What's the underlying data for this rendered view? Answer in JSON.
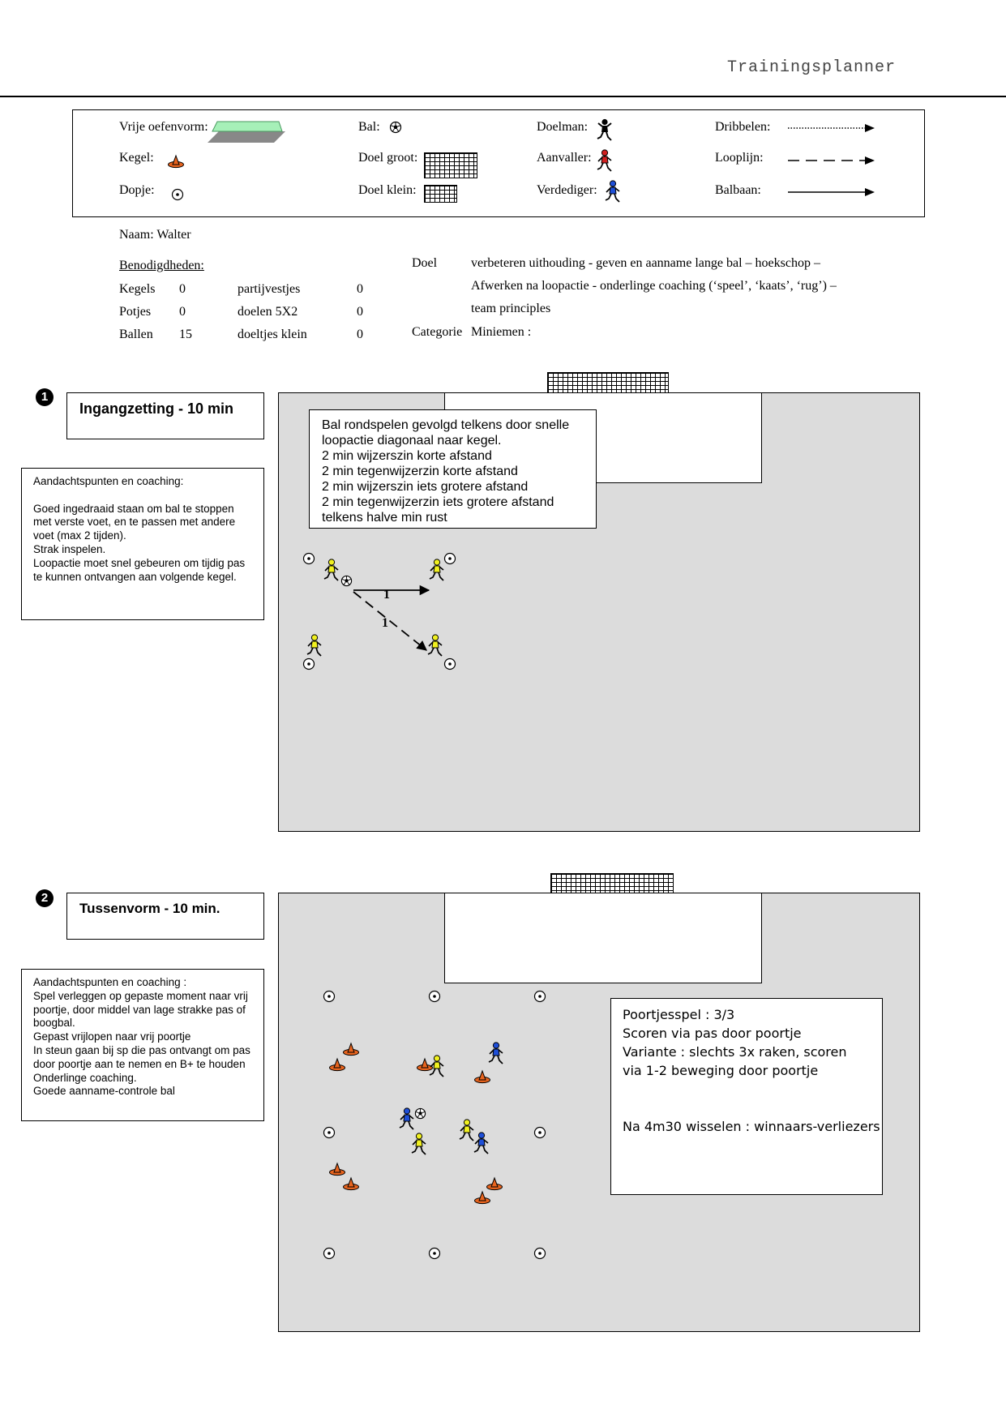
{
  "header": {
    "title": "Trainingsplanner"
  },
  "legend": {
    "vrije_oefenvorm": "Vrije oefenvorm:",
    "kegel": "Kegel:",
    "dopje": "Dopje:",
    "bal": "Bal:",
    "doel_groot": "Doel groot:",
    "doel_klein": "Doel klein:",
    "doelman": "Doelman:",
    "aanvaller": "Aanvaller:",
    "verdediger": "Verdediger:",
    "dribbelen": "Dribbelen:",
    "looplijn": "Looplijn:",
    "balbaan": "Balbaan:"
  },
  "info": {
    "naam": "Naam: Walter",
    "benodigdheden": "Benodigdheden:",
    "items": [
      {
        "label": "Kegels",
        "value": "0",
        "label2": "partijvestjes",
        "value2": "0"
      },
      {
        "label": "Potjes",
        "value": "0",
        "label2": "doelen 5X2",
        "value2": "0"
      },
      {
        "label": "Ballen",
        "value": "15",
        "label2": "doeltjes klein",
        "value2": "0"
      }
    ],
    "doel_label": "Doel",
    "doel_lines": [
      "verbeteren uithouding - geven en aanname lange bal – hoekschop –",
      "Afwerken na loopactie - onderlinge coaching (‘speel’, ‘kaats’, ‘rug’) –",
      "team principles"
    ],
    "categorie_label": "Categorie",
    "categorie_value": "Miniemen :"
  },
  "exercises": [
    {
      "number": "1",
      "title": "Ingangzetting - 10 min",
      "coaching": "Aandachtspunten en coaching:\n\nGoed ingedraaid staan om bal te stoppen met verste voet, en te passen met andere voet (max 2 tijden).\nStrak inspelen.\nLoopactie moet snel gebeuren om tijdig pas te kunnen ontvangen aan volgende kegel.",
      "description_lines": [
        "Bal rondspelen gevolgd telkens door snelle",
        "loopactie diagonaal naar kegel.",
        "2 min wijzerszin korte afstand",
        "2 min tegenwijzerzin korte afstand",
        "2 min wijzerszin iets grotere afstand",
        "2 min tegenwijzerzin iets grotere afstand",
        "telkens halve min rust"
      ],
      "arrow_label_1": "1",
      "arrow_label_2": "1"
    },
    {
      "number": "2",
      "title": "Tussenvorm - 10 min.",
      "coaching": "Aandachtspunten en coaching :\nSpel verleggen op gepaste moment naar vrij poortje, door middel van lage strakke pas of boogbal.\nGepast vrijlopen naar vrij poortje\nIn steun gaan bij sp die pas ontvangt om pas door poortje aan te nemen en B+ te houden  Onderlinge coaching.\nGoede aanname-controle bal",
      "description_lines": [
        "Poortjesspel : 3/3",
        "Scoren via pas door poortje",
        "Variante : slechts 3x raken, scoren",
        "via 1-2 beweging door poortje",
        "",
        "",
        "Na 4m30 wisselen : winnaars-verliezers"
      ]
    }
  ],
  "colors": {
    "field": "#dcdcdc",
    "attacker": "#f0f020",
    "defender": "#1e4fd8",
    "cone": "#e8641e",
    "grass": "#a6f0b8"
  }
}
